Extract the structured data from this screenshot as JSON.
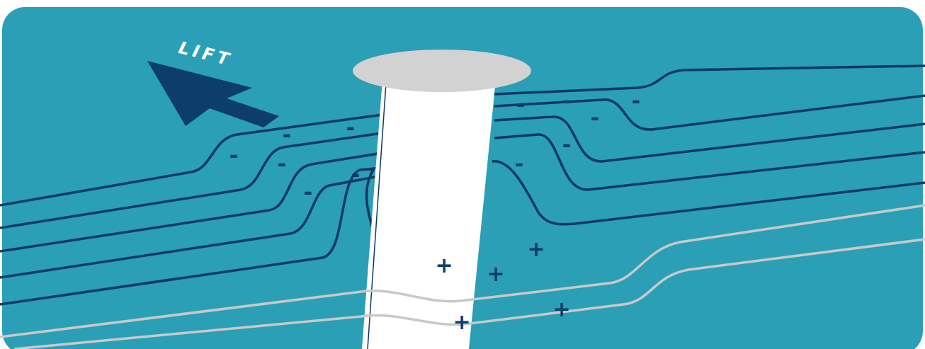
{
  "diagram": {
    "labels": [
      "LIFT",
      "-",
      "-",
      "-",
      "-",
      "-",
      "-",
      "-",
      "-",
      "-",
      "-",
      "-",
      "-",
      "+",
      "+",
      "+",
      "+",
      "+"
    ]
  }
}
